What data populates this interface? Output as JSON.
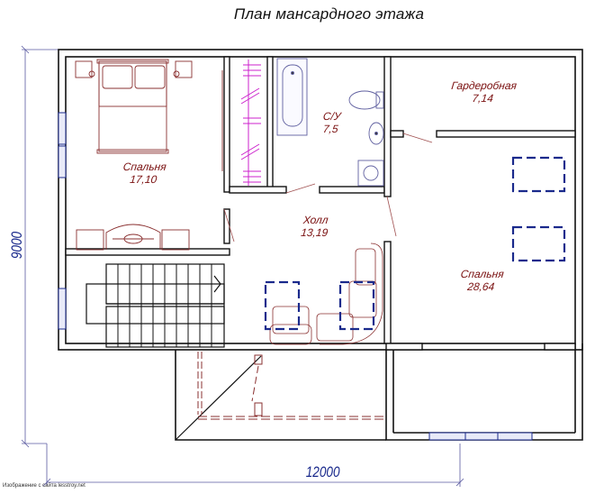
{
  "title": "План мансардного этажа",
  "rooms": [
    {
      "id": "bedroom-1",
      "name": "Спальня",
      "area": "17,10"
    },
    {
      "id": "bathroom",
      "name": "С/У",
      "area": "7,5"
    },
    {
      "id": "wardrobe",
      "name": "Гардеробная",
      "area": "7,14"
    },
    {
      "id": "hall",
      "name": "Холл",
      "area": "13,19"
    },
    {
      "id": "bedroom-2",
      "name": "Спальня",
      "area": "28,64"
    }
  ],
  "dimensions": {
    "width": "12000",
    "height": "9000"
  },
  "credit": "Изображение с сайта lesstroy.net",
  "colors": {
    "wall": "#111111",
    "furniture": "#8a3030",
    "window": "#1a2a8c",
    "wardrobe_rod": "#cc22cc",
    "label": "#7a1010",
    "dimension": "#1a2a8c"
  }
}
